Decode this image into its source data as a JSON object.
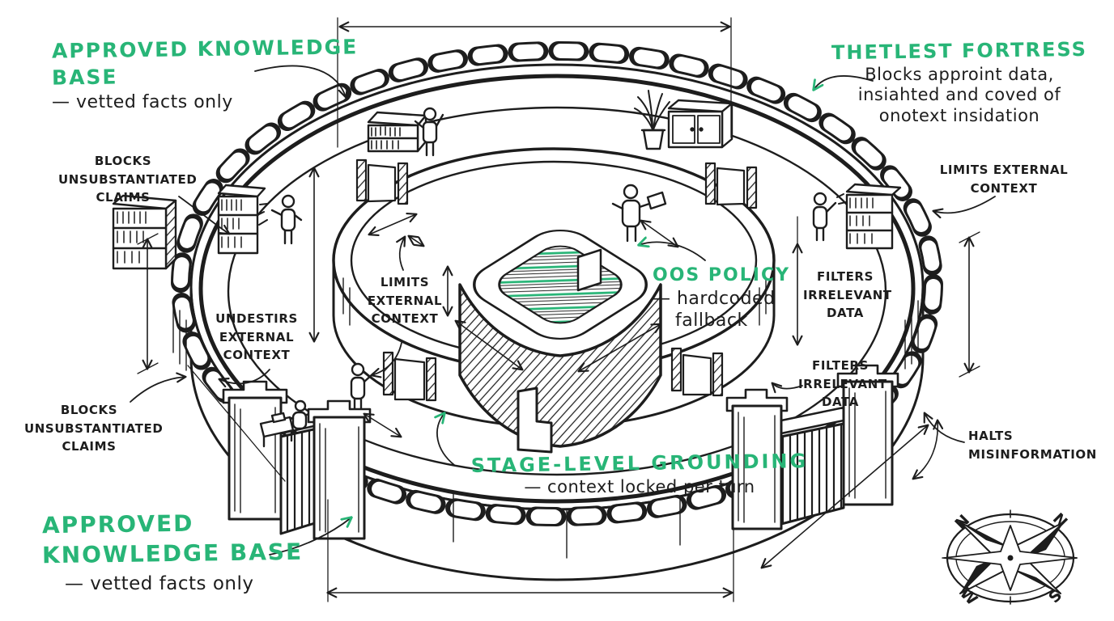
{
  "colors": {
    "green": "#28b577",
    "ink": "#1d1d1d"
  },
  "annotations": {
    "approved_kb_top": {
      "title_l1": "APPROVED KNOWLEDGE",
      "title_l2": "BASE",
      "note": "— vetted facts only"
    },
    "fortress": {
      "title": "THETLEST FORTRESS",
      "note_l1": "Blocks approint data,",
      "note_l2": "insiahted and coved of",
      "note_l3": "onotext insidation"
    },
    "blocks_claims_upper": {
      "l1": "BLOCKS",
      "l2": "UNSUBSTANTIATED",
      "l3": "CLAIMS"
    },
    "limits_external_right": {
      "l1": "LIMITS EXTERNAL",
      "l2": "CONTEXT"
    },
    "undestirs_external": {
      "l1": "UNDESTIRS",
      "l2": "EXTERNAL",
      "l3": "CONTEXT"
    },
    "blocks_claims_lower": {
      "l1": "BLOCKS",
      "l2": "UNSUBSTANTIATED",
      "l3": "CLAIMS"
    },
    "limits_external_inner": {
      "l1": "LIMITS",
      "l2": "EXTERNAL",
      "l3": "CONTEXT"
    },
    "oos_policy": {
      "title": "OOS POLICY",
      "note_l1": "— hardcoded",
      "note_l2": "fallback"
    },
    "filters_upper": {
      "l1": "FILTERS",
      "l2": "IRRELEVANT",
      "l3": "DATA"
    },
    "filters_lower": {
      "l1": "FILTERS",
      "l2": "IRRELEVANT",
      "l3": "DATA"
    },
    "halts": {
      "l1": "HALTS",
      "l2": "MISINFORMATION"
    },
    "stage_grounding": {
      "title": "STAGE-LEVEL GROUNDING",
      "note": "— context locked per turn"
    },
    "approved_kb_bottom": {
      "title_l1": "APPROVED",
      "title_l2": "KNOWLEDGE BASE",
      "note": "— vetted facts only"
    }
  },
  "compass": {
    "nw": "N",
    "ne": "N",
    "sw": "W",
    "se": "S"
  }
}
